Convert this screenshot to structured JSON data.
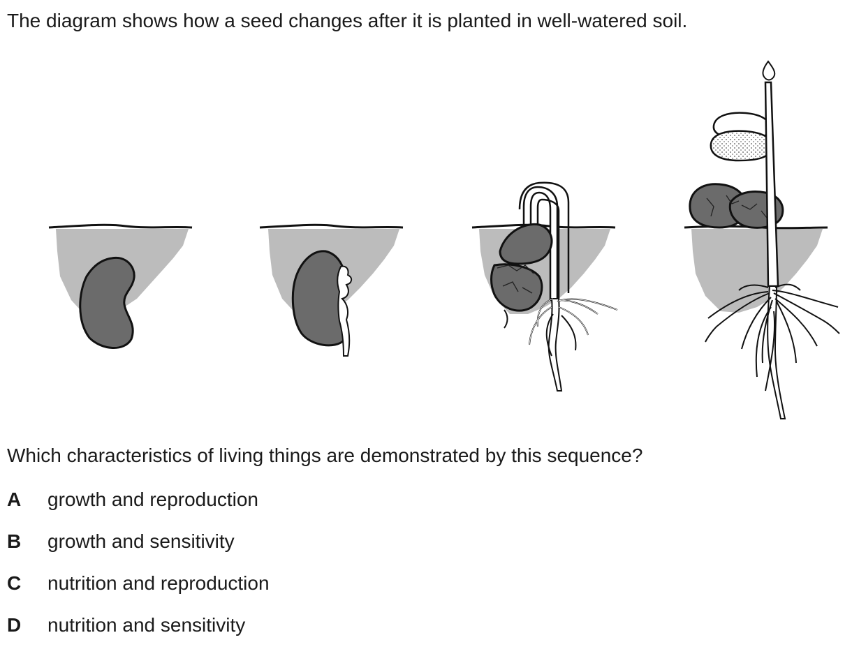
{
  "intro_text": "The diagram shows how a seed changes after it is planted in well-watered soil.",
  "question_text": "Which characteristics of living things are demonstrated by this sequence?",
  "options": [
    {
      "letter": "A",
      "text": "growth and reproduction"
    },
    {
      "letter": "B",
      "text": "growth and sensitivity"
    },
    {
      "letter": "C",
      "text": "nutrition and reproduction"
    },
    {
      "letter": "D",
      "text": "nutrition and sensitivity"
    }
  ],
  "colors": {
    "soil": "#bcbcbc",
    "seed": "#6b6b6b",
    "outline": "#111111",
    "root": "#ffffff"
  },
  "diagram": {
    "stages": [
      "seed",
      "root-emerging",
      "shoot-emerging",
      "seedling"
    ]
  }
}
